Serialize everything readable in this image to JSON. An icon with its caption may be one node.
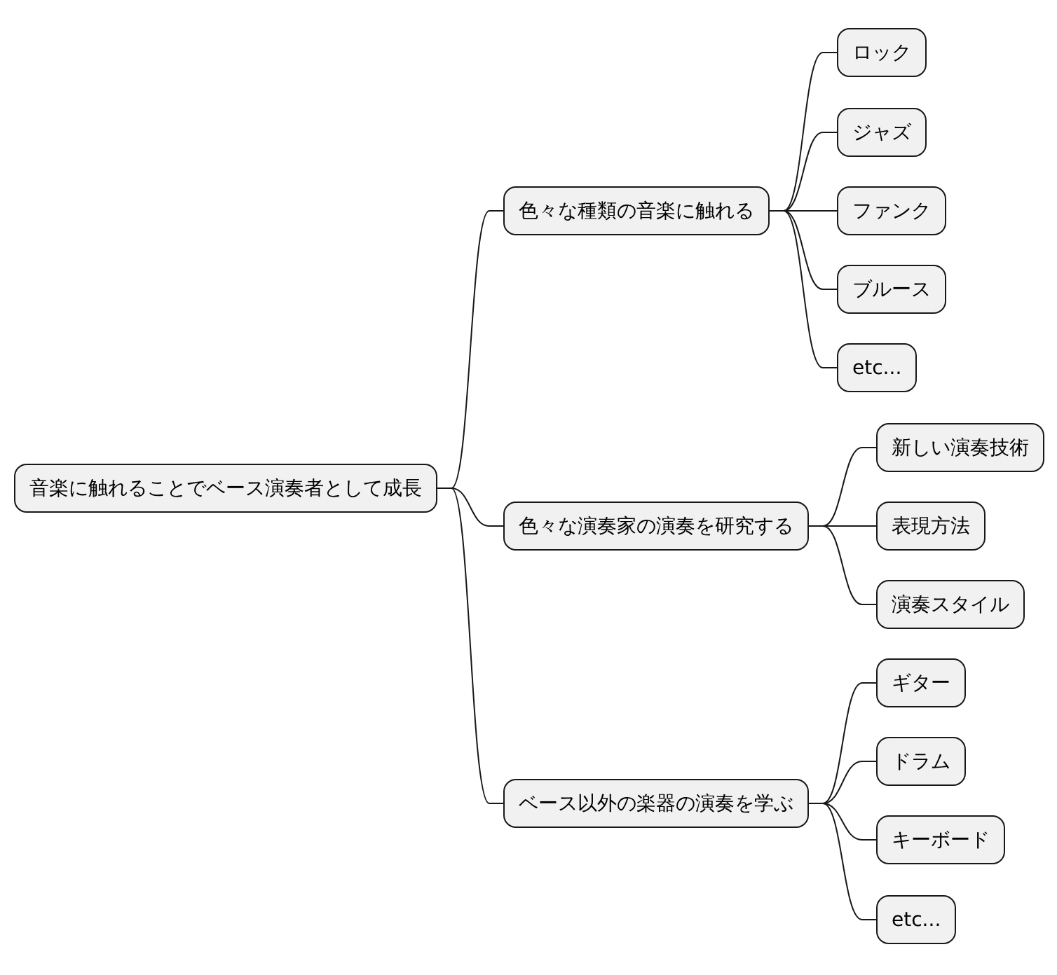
{
  "diagram": {
    "nodes": [
      {
        "text": [
          "音楽に触れることでベース演奏者として成長"
        ]
      },
      {
        "text": [
          "色々な種類の音楽に触れる"
        ]
      },
      {
        "text": [
          "ロック"
        ]
      },
      {
        "text": [
          "ジャズ"
        ]
      },
      {
        "text": [
          "ファンク"
        ]
      },
      {
        "text": [
          "ブルース"
        ]
      },
      {
        "text": [
          "etc..."
        ]
      },
      {
        "text": [
          "色々な演奏家の演奏を研究する"
        ]
      },
      {
        "text": [
          "新しい演奏技術"
        ]
      },
      {
        "text": [
          "表現方法"
        ]
      },
      {
        "text": [
          "演奏スタイル"
        ]
      },
      {
        "text": [
          "ベース以外の楽器の演奏を学ぶ"
        ]
      },
      {
        "text": [
          "ギター"
        ]
      },
      {
        "text": [
          "ドラム"
        ]
      },
      {
        "text": [
          "キーボード"
        ]
      },
      {
        "text": [
          "etc..."
        ]
      }
    ],
    "edges": [
      {
        "from": 0,
        "to": 1,
        "arrow": "none"
      },
      {
        "from": 1,
        "to": 2,
        "arrow": "none"
      },
      {
        "from": 1,
        "to": 3,
        "arrow": "none"
      },
      {
        "from": 1,
        "to": 4,
        "arrow": "none"
      },
      {
        "from": 1,
        "to": 5,
        "arrow": "none"
      },
      {
        "from": 1,
        "to": 6,
        "arrow": "none"
      },
      {
        "from": 0,
        "to": 7,
        "arrow": "none"
      },
      {
        "from": 7,
        "to": 8,
        "arrow": "none"
      },
      {
        "from": 7,
        "to": 9,
        "arrow": "none"
      },
      {
        "from": 7,
        "to": 10,
        "arrow": "none"
      },
      {
        "from": 0,
        "to": 11,
        "arrow": "none"
      },
      {
        "from": 11,
        "to": 12,
        "arrow": "none"
      },
      {
        "from": 11,
        "to": 13,
        "arrow": "none"
      },
      {
        "from": 11,
        "to": 14,
        "arrow": "none"
      },
      {
        "from": 11,
        "to": 15,
        "arrow": "none"
      }
    ]
  }
}
